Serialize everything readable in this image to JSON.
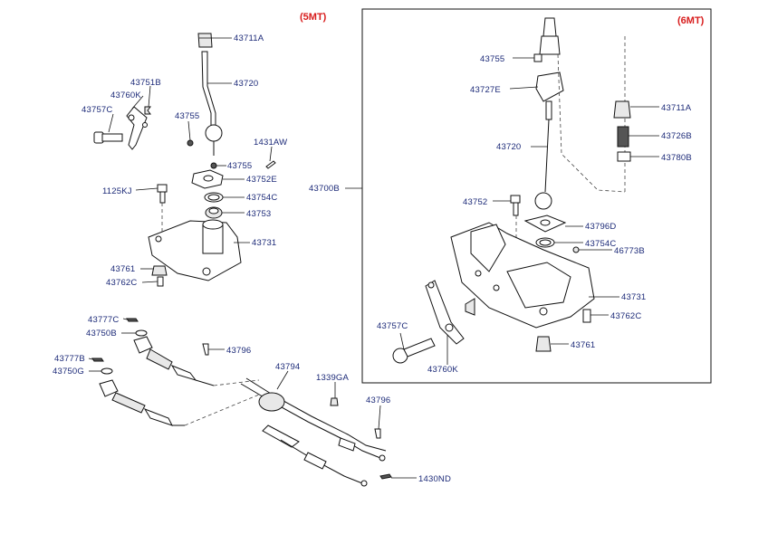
{
  "titles": {
    "mt5": "(5MT)",
    "mt6": "(6MT)"
  },
  "colors": {
    "title": "#d81c1c",
    "label": "#1c2a78",
    "line": "#111111"
  },
  "labels": {
    "p43711a_l": "43711A",
    "p43720_l": "43720",
    "p43751b": "43751B",
    "p43760k_l": "43760K",
    "p43757c_l": "43757C",
    "p43755_l1": "43755",
    "p1431aw": "1431AW",
    "p43755_l2": "43755",
    "p43752e": "43752E",
    "p1125kj": "1125KJ",
    "p43754c_l": "43754C",
    "p43753": "43753",
    "p43731_l": "43731",
    "p43761_l": "43761",
    "p43762c_l": "43762C",
    "p43700b": "43700B",
    "p43777c": "43777C",
    "p43750b": "43750B",
    "p43796_l1": "43796",
    "p43777b": "43777B",
    "p43750g": "43750G",
    "p43794": "43794",
    "p1339ga": "1339GA",
    "p43796_l2": "43796",
    "p1430nd": "1430ND",
    "p43755_r": "43755",
    "p43727e": "43727E",
    "p43711a_r": "43711A",
    "p43726b": "43726B",
    "p43780b": "43780B",
    "p43720_r": "43720",
    "p43752_r": "43752",
    "p43796d": "43796D",
    "p43754c_r": "43754C",
    "p46773b": "46773B",
    "p43731_r": "43731",
    "p43757c_r": "43757C",
    "p43762c_r": "43762C",
    "p43761_r": "43761",
    "p43760k_r": "43760K"
  }
}
